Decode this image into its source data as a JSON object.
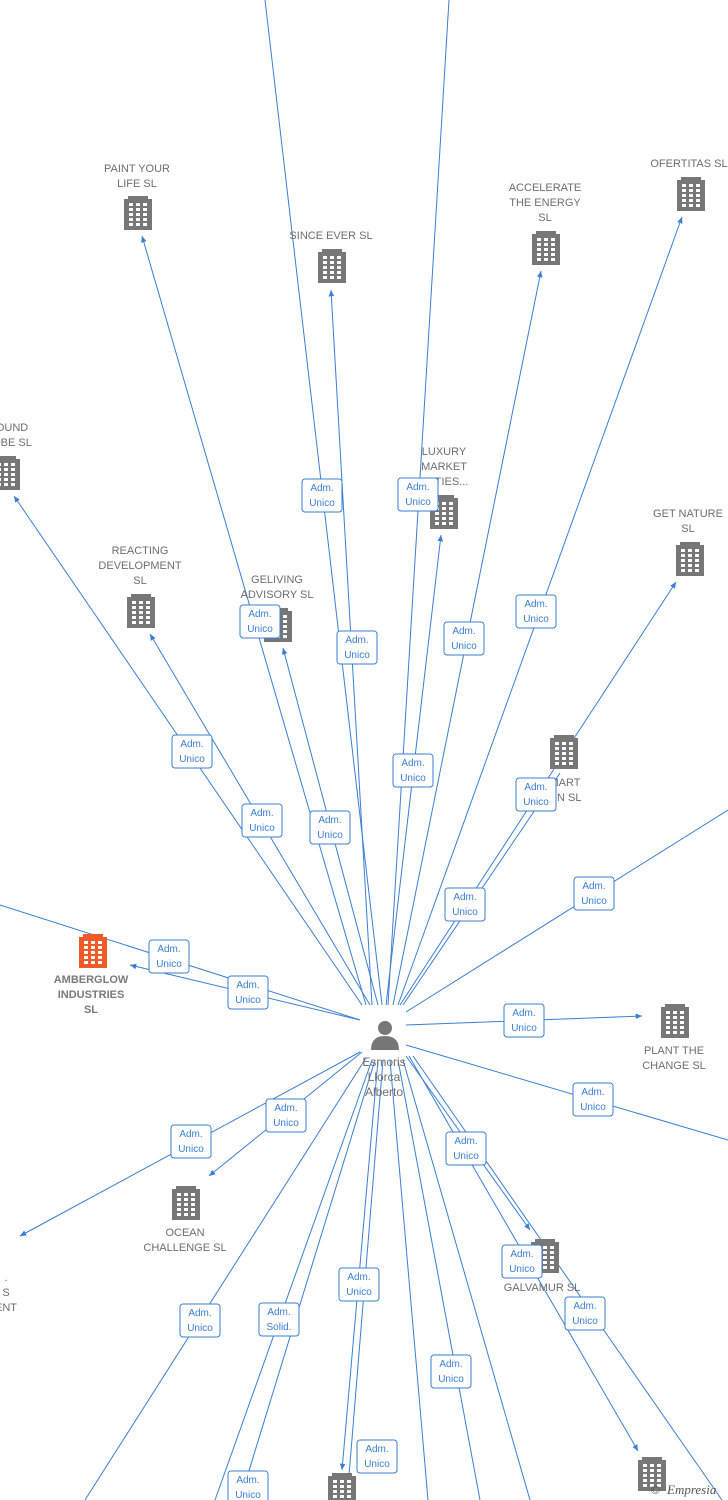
{
  "person": {
    "label_lines": [
      "Esmoris",
      "Llorca",
      "Alberto"
    ]
  },
  "companies": [
    {
      "id": "paint",
      "label_lines": [
        "PAINT YOUR",
        "LIFE  SL"
      ],
      "highlight": false
    },
    {
      "id": "since",
      "label_lines": [
        "SINCE EVER  SL"
      ],
      "highlight": false
    },
    {
      "id": "accelerate",
      "label_lines": [
        "ACCELERATE",
        "THE ENERGY",
        "SL"
      ],
      "highlight": false
    },
    {
      "id": "ofertitas",
      "label_lines": [
        "OFERTITAS  SL"
      ],
      "highlight": false
    },
    {
      "id": "wardrobe",
      "label_lines": [
        "OUND",
        "OBE  SL"
      ],
      "highlight": false
    },
    {
      "id": "luxury",
      "label_lines": [
        "LUXURY",
        "MARKET",
        "ERTIES..."
      ],
      "highlight": false
    },
    {
      "id": "getnature",
      "label_lines": [
        "GET NATURE",
        "SL"
      ],
      "highlight": false
    },
    {
      "id": "reacting",
      "label_lines": [
        "REACTING",
        "DEVELOPMENT",
        "SL"
      ],
      "highlight": false
    },
    {
      "id": "geliving",
      "label_lines": [
        "GELIVING",
        "ADVISORY  SL"
      ],
      "highlight": false
    },
    {
      "id": "smart",
      "label_lines": [
        "MART",
        "GN  SL"
      ],
      "highlight": false
    },
    {
      "id": "amberglow",
      "label_lines": [
        "AMBERGLOW",
        "INDUSTRIES",
        "SL"
      ],
      "highlight": true
    },
    {
      "id": "plant",
      "label_lines": [
        "PLANT THE",
        "CHANGE  SL"
      ],
      "highlight": false
    },
    {
      "id": "ocean",
      "label_lines": [
        "OCEAN",
        "CHALLENGE  SL"
      ],
      "highlight": false
    },
    {
      "id": "galvamur",
      "label_lines": [
        "GALVAMUR  SL"
      ],
      "highlight": false
    },
    {
      "id": "leftlow",
      "label_lines": [
        ".",
        "S",
        "ENT"
      ],
      "highlight": false
    },
    {
      "id": "bottom1",
      "label_lines": [],
      "highlight": false
    },
    {
      "id": "bottom2",
      "label_lines": [],
      "highlight": false
    }
  ],
  "edge_labels": [
    [
      "Adm.",
      "Unico"
    ],
    [
      "Adm.",
      "Unico"
    ],
    [
      "Adm.",
      "Unico"
    ],
    [
      "Adm.",
      "Unico"
    ],
    [
      "Adm.",
      "Unico"
    ],
    [
      "Adm.",
      "Unico"
    ],
    [
      "Adm.",
      "Unico"
    ],
    [
      "Adm.",
      "Unico"
    ],
    [
      "Adm.",
      "Unico"
    ],
    [
      "Adm.",
      "Unico"
    ],
    [
      "Adm.",
      "Unico"
    ],
    [
      "Adm.",
      "Unico"
    ],
    [
      "Adm.",
      "Unico"
    ],
    [
      "Adm.",
      "Unico"
    ],
    [
      "Adm.",
      "Unico"
    ],
    [
      "Adm.",
      "Unico"
    ],
    [
      "Adm.",
      "Unico"
    ],
    [
      "Adm.",
      "Unico"
    ],
    [
      "Adm.",
      "Unico"
    ],
    [
      "Adm.",
      "Unico"
    ],
    [
      "Adm.",
      "Unico"
    ],
    [
      "Adm.",
      "Unico"
    ],
    [
      "Adm.",
      "Unico"
    ],
    [
      "Adm.",
      "Solid."
    ],
    [
      "Adm.",
      "Unico"
    ],
    [
      "Adm.",
      "Unico"
    ],
    [
      "Adm.",
      "Unico"
    ],
    [
      "Adm.",
      "Unico"
    ]
  ],
  "copyright": {
    "symbol": "©",
    "brand": "Empresia"
  },
  "colors": {
    "edge": "#3a7fd5",
    "building": "#777777",
    "highlight": "#f05a28",
    "person": "#777777"
  }
}
